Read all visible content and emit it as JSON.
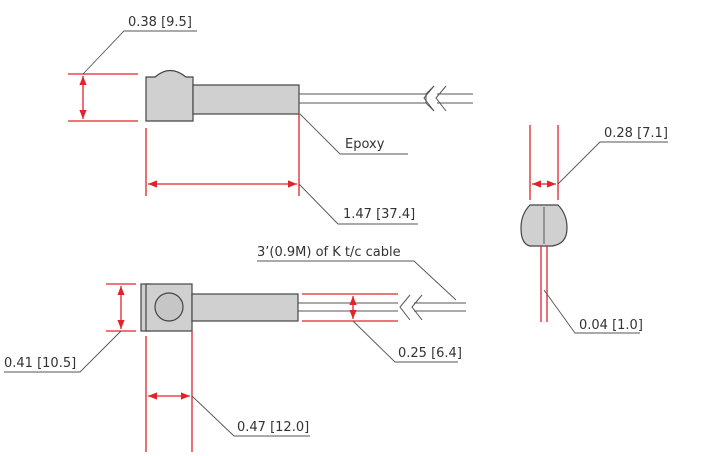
{
  "dimensions": {
    "top_height": "0.38 [9.5]",
    "epoxy": "Epoxy",
    "top_length": "1.47 [37.4]",
    "side_width": "0.28 [7.1]",
    "cable": "3’(0.9M) of K t/c cable",
    "front_height": "0.41 [10.5]",
    "sheath": "0.25 [6.4]",
    "head_width": "0.47 [12.0]",
    "wire_gap": "0.04 [1.0]"
  },
  "colors": {
    "dimension_line": "#e0242b",
    "part_fill": "#d0d0d0",
    "outline": "#444444"
  }
}
